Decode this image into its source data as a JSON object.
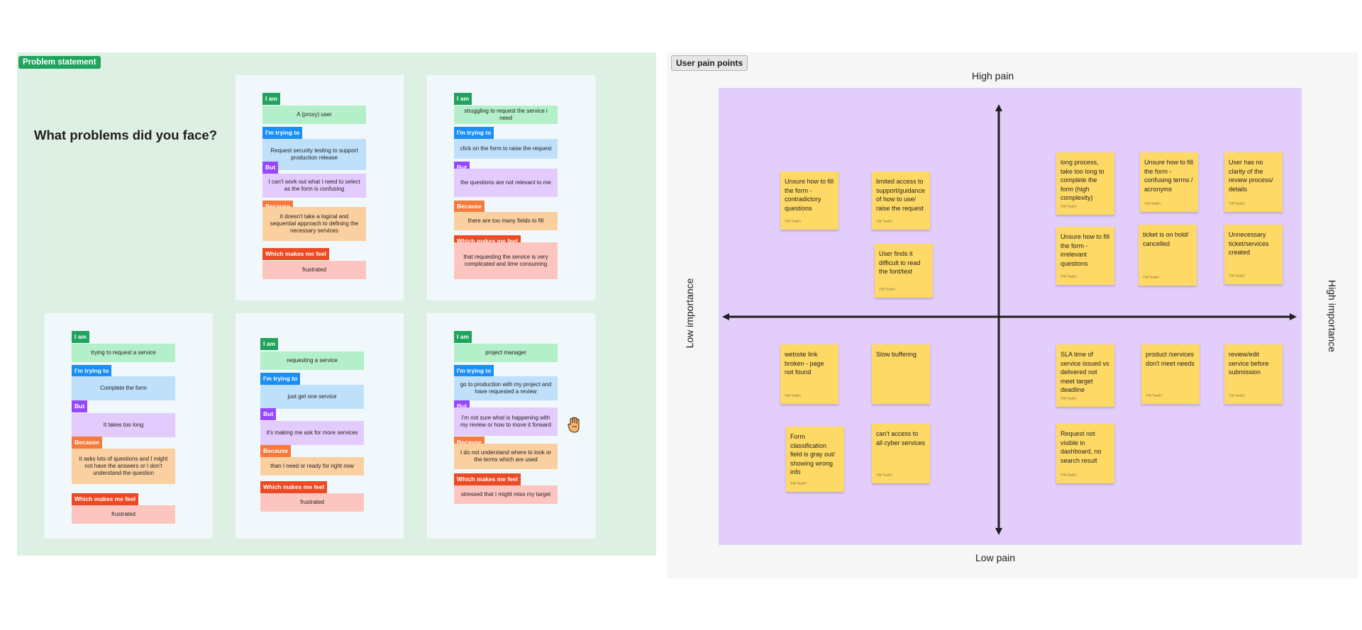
{
  "problem_statement": {
    "tag": "Problem statement",
    "question": "What problems did you face?",
    "labels": {
      "i_am": "I am",
      "trying": "I'm trying to",
      "but": "But",
      "because": "Because",
      "feel": "Which makes me feel"
    },
    "cards": [
      {
        "i_am": "A (proxy) user",
        "trying": "Request security testing to support production release",
        "but": "I can't work out what I need to select as the form is confusing",
        "because": "it doesn't take a logical and sequential approach to defining the necessary services",
        "feel": "frustrated"
      },
      {
        "i_am": "struggling to request the service i need",
        "trying": "click on the form to raise the request",
        "but": "the questions are not relevant to me",
        "because": "there are too many fields to fill",
        "feel": "that requesting the service is very complicated and time consuming"
      },
      {
        "i_am": "trying to request a service",
        "trying": "Complete the form",
        "but": "It takes too long",
        "because": "it asks lots of questions and I might not have the answers or I don't understand the question",
        "feel": "frustrated"
      },
      {
        "i_am": "requesting a service",
        "trying": "just get one service",
        "but": "it's making me ask for more services",
        "because": "than I need or ready for right now",
        "feel": "frustrated"
      },
      {
        "i_am": "project manager",
        "trying": "go to production with my project and have requested a review",
        "but": "I'm not sure what is happening with my review or how to move it forward",
        "because": "I do not understand where to look or the terms which are used",
        "feel": "stressed that I might miss my target"
      }
    ]
  },
  "pain_points": {
    "tag": "User pain points",
    "axes": {
      "top": "High pain",
      "bottom": "Low pain",
      "left": "Low importance",
      "right": "High importance"
    },
    "author": "YW TestFi",
    "stickies": [
      {
        "text": "Unsure how to fill the form - contradictory questions",
        "show_author": true
      },
      {
        "text": "limited access to support/guidance of how to use/ raise the request",
        "show_author": true
      },
      {
        "text": "User finds it difficult to read the font/text",
        "show_author": true
      },
      {
        "text": "long process, take too long to complete the form (high complexity)",
        "show_author": true
      },
      {
        "text": "Unsure how to fill the form - confusing terms / acronyms",
        "show_author": true
      },
      {
        "text": "User has no clarity of the review process/ details",
        "show_author": true
      },
      {
        "text": "Unsure how to fill the form - irrelevant questions",
        "show_author": true
      },
      {
        "text": "ticket is on hold/ cancelled",
        "show_author": true
      },
      {
        "text": "Unnecessary ticket/services created",
        "show_author": true
      },
      {
        "text": "website link broken - page not found",
        "show_author": true
      },
      {
        "text": "Slow buffering",
        "show_author": false
      },
      {
        "text": "Form classification field is gray out/ showing wrong info",
        "show_author": true
      },
      {
        "text": "can't access to all cyber services",
        "show_author": true
      },
      {
        "text": "SLA time of service issued vs delivered not meet target deadline",
        "show_author": true
      },
      {
        "text": "product /services don't meet needs",
        "show_author": true
      },
      {
        "text": "review/edit service before submission",
        "show_author": true
      },
      {
        "text": "Request not visible in dashboard, no search result",
        "show_author": true
      }
    ]
  }
}
